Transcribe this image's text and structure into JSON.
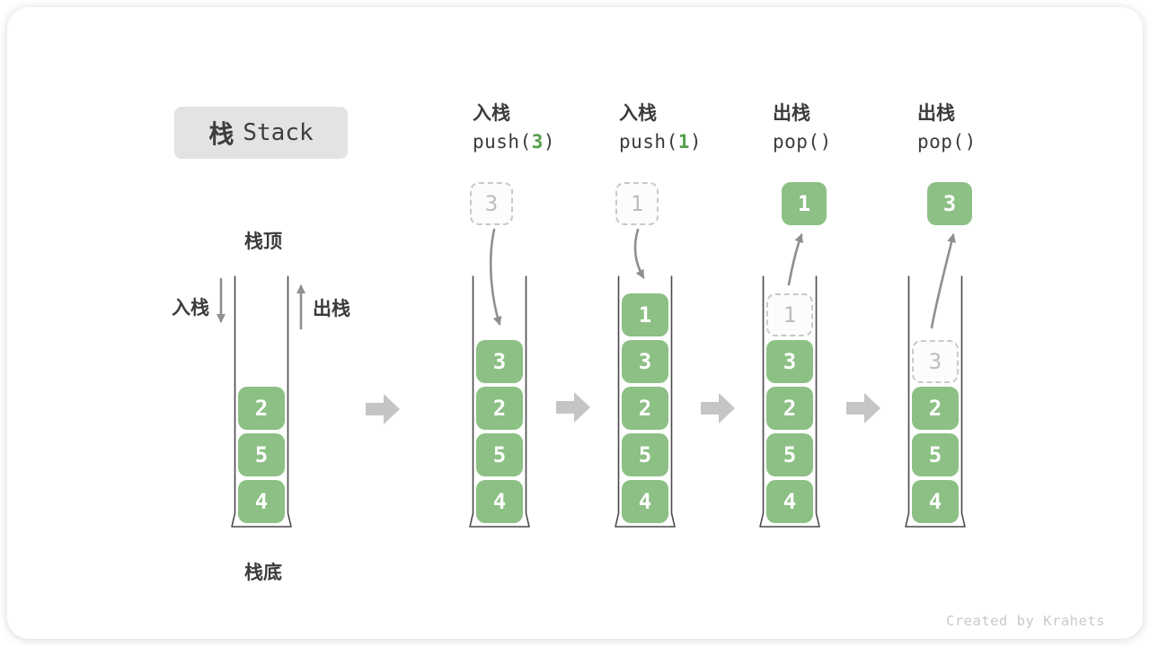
{
  "title": {
    "zh": "栈",
    "en": "Stack"
  },
  "side_labels": {
    "stack_top": "栈顶",
    "stack_bottom": "栈底",
    "push": "入栈",
    "pop": "出栈"
  },
  "operations": [
    {
      "label": "入栈",
      "fn_open": "push(",
      "arg": "3",
      "fn_close": ")"
    },
    {
      "label": "入栈",
      "fn_open": "push(",
      "arg": "1",
      "fn_close": ")"
    },
    {
      "label": "出栈",
      "fn_open": "pop(",
      "arg": "",
      "fn_close": ")"
    },
    {
      "label": "出栈",
      "fn_open": "pop(",
      "arg": "",
      "fn_close": ")"
    }
  ],
  "stacks": [
    {
      "cells": [
        "2",
        "5",
        "4"
      ]
    },
    {
      "cells": [
        "3",
        "2",
        "5",
        "4"
      ],
      "incoming": "3"
    },
    {
      "cells": [
        "1",
        "3",
        "2",
        "5",
        "4"
      ],
      "incoming": "1"
    },
    {
      "cells": [
        "3",
        "2",
        "5",
        "4"
      ],
      "ghost": "1",
      "popped": "1"
    },
    {
      "cells": [
        "2",
        "5",
        "4"
      ],
      "ghost": "3",
      "popped": "3"
    }
  ],
  "watermark": "Created by Krahets",
  "colors": {
    "cell_green": "#8cc084",
    "arg_green": "#55a04b",
    "title_bg": "#e3e3e3",
    "text_dark": "#3b3b3b",
    "arrow_gray": "#8f8f8f",
    "block_arrow_gray": "#c5c5c5",
    "ghost_border": "#c9c9c9",
    "ghost_text": "#bdbdbd",
    "watermark_gray": "#c9c9c9"
  }
}
